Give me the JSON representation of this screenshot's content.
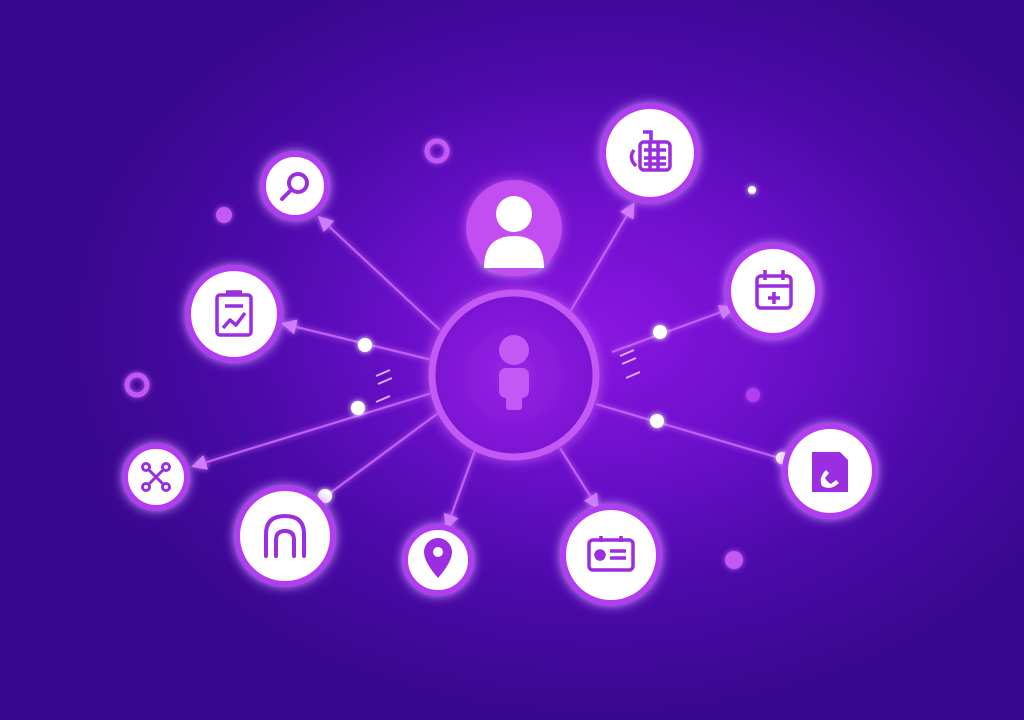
{
  "colors": {
    "bg_center": "#8a16e0",
    "bg_edge": "#3a0890",
    "accent": "#b03cf0",
    "accent_dark": "#8a1fd6",
    "ring": "#c458f5",
    "node_fill": "#ffffff",
    "icon": "#9a2ee0",
    "glow": "#d27cff"
  },
  "hub": {
    "icon": "person-icon"
  },
  "profile": {
    "icon": "user-avatar-icon"
  },
  "nodes": [
    {
      "id": "search",
      "icon": "search-icon"
    },
    {
      "id": "calendar-grid",
      "icon": "calendar-grid-icon"
    },
    {
      "id": "medical-calendar",
      "icon": "medical-calendar-icon"
    },
    {
      "id": "clipboard-chart",
      "icon": "clipboard-chart-icon"
    },
    {
      "id": "network",
      "icon": "network-nodes-icon"
    },
    {
      "id": "arch",
      "icon": "arch-icon"
    },
    {
      "id": "location",
      "icon": "location-pin-icon"
    },
    {
      "id": "id-card",
      "icon": "id-card-icon"
    },
    {
      "id": "phone-doc",
      "icon": "phone-document-icon"
    }
  ],
  "dots": [
    {
      "id": "dot-ring-1",
      "type": "ring"
    },
    {
      "id": "dot-ring-2",
      "type": "ring"
    },
    {
      "id": "dot-solid-1",
      "type": "solid"
    },
    {
      "id": "dot-solid-2",
      "type": "solid"
    },
    {
      "id": "dot-solid-3",
      "type": "solid"
    },
    {
      "id": "dot-white-1",
      "type": "white"
    }
  ]
}
